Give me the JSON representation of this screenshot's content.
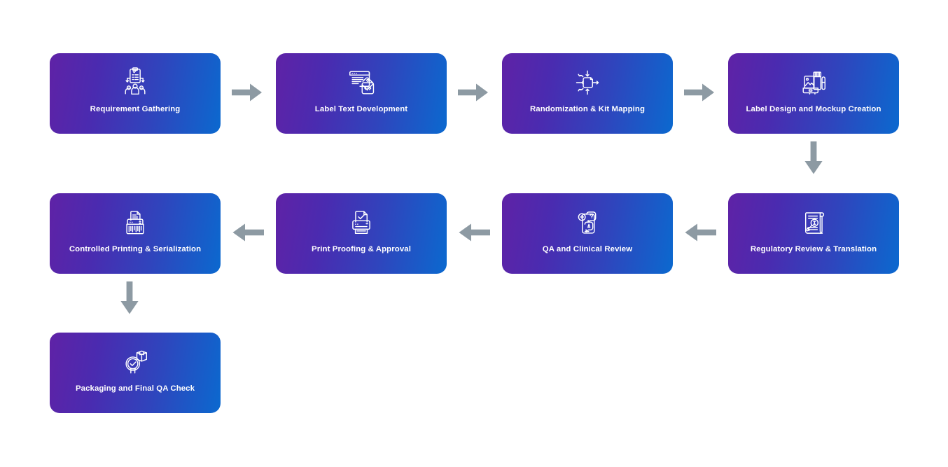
{
  "diagram": {
    "type": "process-flow",
    "title": "",
    "theme": {
      "node_gradient_start": "#5f22a6",
      "node_gradient_end": "#0b69cf",
      "node_text_color": "#ffffff",
      "arrow_color": "#8d9aa3",
      "background": "#ffffff"
    },
    "nodes": [
      {
        "id": "requirement-gathering",
        "label": "Requirement Gathering",
        "icon": "clipboard-people-icon",
        "row": 1,
        "col": 1
      },
      {
        "id": "label-text-development",
        "label": "Label Text Development",
        "icon": "browser-code-tag-icon",
        "row": 1,
        "col": 2
      },
      {
        "id": "randomization-kit-mapping",
        "label": "Randomization & Kit Mapping",
        "icon": "box-arrows-scatter-icon",
        "row": 1,
        "col": 3
      },
      {
        "id": "label-design-mockup-creation",
        "label": "Label Design and Mockup Creation",
        "icon": "package-mockup-image-icon",
        "row": 1,
        "col": 4
      },
      {
        "id": "regulatory-review-translation",
        "label": "Regulatory Review & Translation",
        "icon": "scroll-magnifier-icon",
        "row": 2,
        "col": 4
      },
      {
        "id": "qa-clinical-review",
        "label": "QA and Clinical Review",
        "icon": "question-answer-bubbles-icon",
        "row": 2,
        "col": 3
      },
      {
        "id": "print-proofing-approval",
        "label": "Print Proofing & Approval",
        "icon": "printer-check-icon",
        "row": 2,
        "col": 2
      },
      {
        "id": "controlled-printing-serialization",
        "label": "Controlled Printing & Serialization",
        "icon": "printer-barcode-icon",
        "row": 2,
        "col": 1
      },
      {
        "id": "packaging-final-qa-check",
        "label": "Packaging and Final QA Check",
        "icon": "box-check-badge-icon",
        "row": 3,
        "col": 1
      }
    ],
    "arrows": [
      {
        "id": "arrow-1",
        "from": "requirement-gathering",
        "to": "label-text-development",
        "direction": "right"
      },
      {
        "id": "arrow-2",
        "from": "label-text-development",
        "to": "randomization-kit-mapping",
        "direction": "right"
      },
      {
        "id": "arrow-3",
        "from": "randomization-kit-mapping",
        "to": "label-design-mockup-creation",
        "direction": "right"
      },
      {
        "id": "arrow-4",
        "from": "label-design-mockup-creation",
        "to": "regulatory-review-translation",
        "direction": "down"
      },
      {
        "id": "arrow-5",
        "from": "regulatory-review-translation",
        "to": "qa-clinical-review",
        "direction": "left"
      },
      {
        "id": "arrow-6",
        "from": "qa-clinical-review",
        "to": "print-proofing-approval",
        "direction": "left"
      },
      {
        "id": "arrow-7",
        "from": "print-proofing-approval",
        "to": "controlled-printing-serialization",
        "direction": "left"
      },
      {
        "id": "arrow-8",
        "from": "controlled-printing-serialization",
        "to": "packaging-final-qa-check",
        "direction": "down"
      }
    ]
  }
}
